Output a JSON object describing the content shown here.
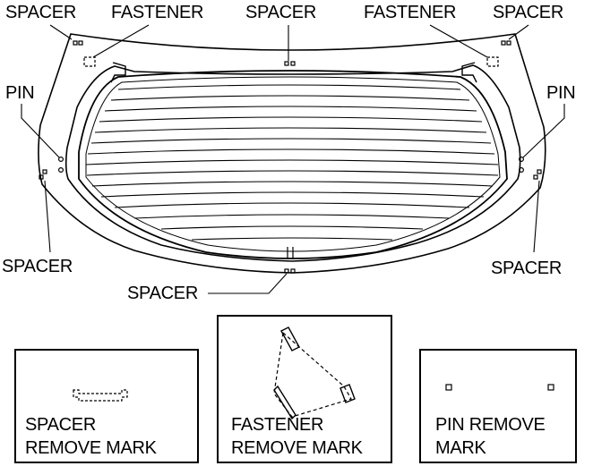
{
  "callouts": {
    "spacer_top_left": "SPACER",
    "fastener_top_left": "FASTENER",
    "spacer_top_center": "SPACER",
    "fastener_top_right": "FASTENER",
    "spacer_top_right": "SPACER",
    "pin_left": "PIN",
    "pin_right": "PIN",
    "spacer_lower_left": "SPACER",
    "spacer_lower_right": "SPACER",
    "spacer_bottom_center": "SPACER"
  },
  "legend": {
    "spacer_line1": "SPACER",
    "spacer_line2": "REMOVE MARK",
    "fastener_line1": "FASTENER",
    "fastener_line2": "REMOVE MARK",
    "pin_line1": "PIN REMOVE",
    "pin_line2": "MARK"
  }
}
